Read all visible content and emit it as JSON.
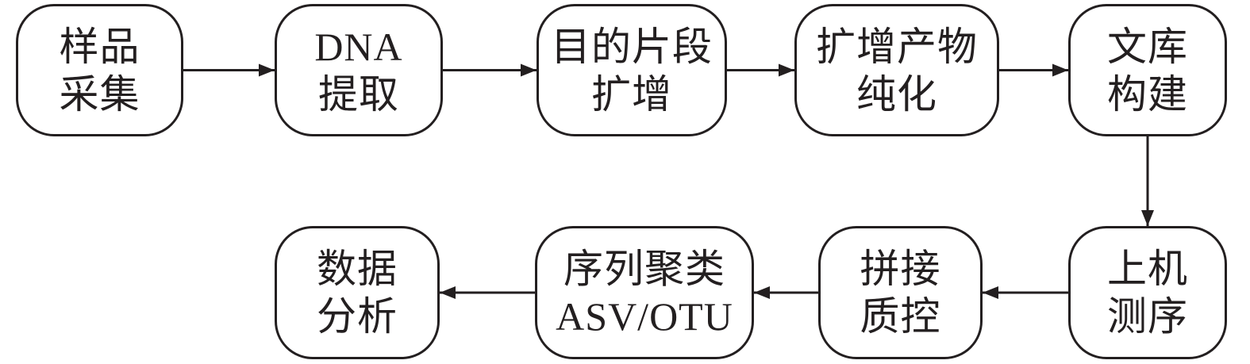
{
  "diagram": {
    "type": "flowchart",
    "stroke_color": "#231f20",
    "nodes": [
      {
        "id": "sample-collection",
        "lines": [
          "样品",
          "采集"
        ]
      },
      {
        "id": "dna-extraction",
        "lines": [
          "DNA",
          "提取"
        ]
      },
      {
        "id": "target-amplification",
        "lines": [
          "目的片段",
          "扩增"
        ]
      },
      {
        "id": "product-purification",
        "lines": [
          "扩增产物",
          "纯化"
        ]
      },
      {
        "id": "library-construction",
        "lines": [
          "文库",
          "构建"
        ]
      },
      {
        "id": "sequencing",
        "lines": [
          "上机",
          "测序"
        ]
      },
      {
        "id": "merge-qc",
        "lines": [
          "拼接",
          "质控"
        ]
      },
      {
        "id": "sequence-clustering",
        "lines": [
          "序列聚类",
          "ASV/OTU"
        ]
      },
      {
        "id": "data-analysis",
        "lines": [
          "数据",
          "分析"
        ]
      }
    ],
    "edges": [
      {
        "from": "sample-collection",
        "to": "dna-extraction"
      },
      {
        "from": "dna-extraction",
        "to": "target-amplification"
      },
      {
        "from": "target-amplification",
        "to": "product-purification"
      },
      {
        "from": "product-purification",
        "to": "library-construction"
      },
      {
        "from": "library-construction",
        "to": "sequencing"
      },
      {
        "from": "sequencing",
        "to": "merge-qc"
      },
      {
        "from": "merge-qc",
        "to": "sequence-clustering"
      },
      {
        "from": "sequence-clustering",
        "to": "data-analysis"
      }
    ]
  }
}
